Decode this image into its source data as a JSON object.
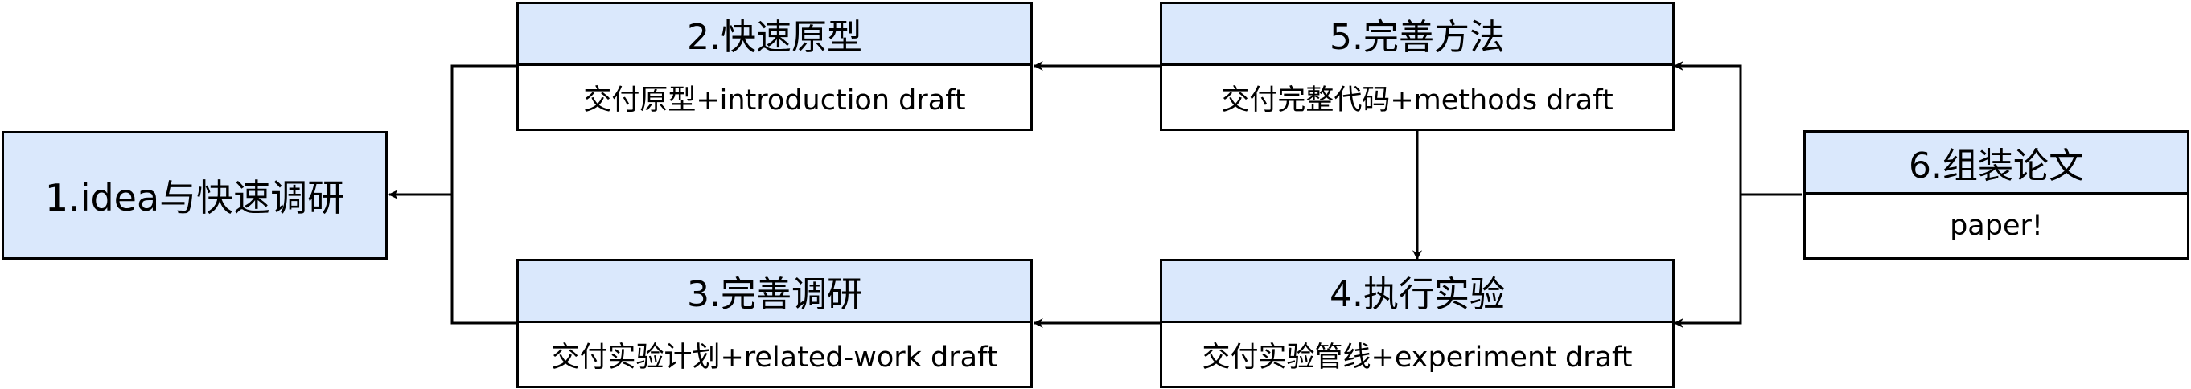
{
  "nodes": {
    "n1": {
      "title": "1.idea与快速调研"
    },
    "n2": {
      "title": "2.快速原型",
      "deliverable": "交付原型+introduction draft"
    },
    "n3": {
      "title": "3.完善调研",
      "deliverable": "交付实验计划+related-work draft"
    },
    "n4": {
      "title": "4.执行实验",
      "deliverable": "交付实验管线+experiment draft"
    },
    "n5": {
      "title": "5.完善方法",
      "deliverable": "交付完整代码+methods draft"
    },
    "n6": {
      "title": "6.组装论文",
      "deliverable": "paper!"
    }
  },
  "colors": {
    "node_fill": "#dae8fc",
    "stroke": "#000000"
  }
}
